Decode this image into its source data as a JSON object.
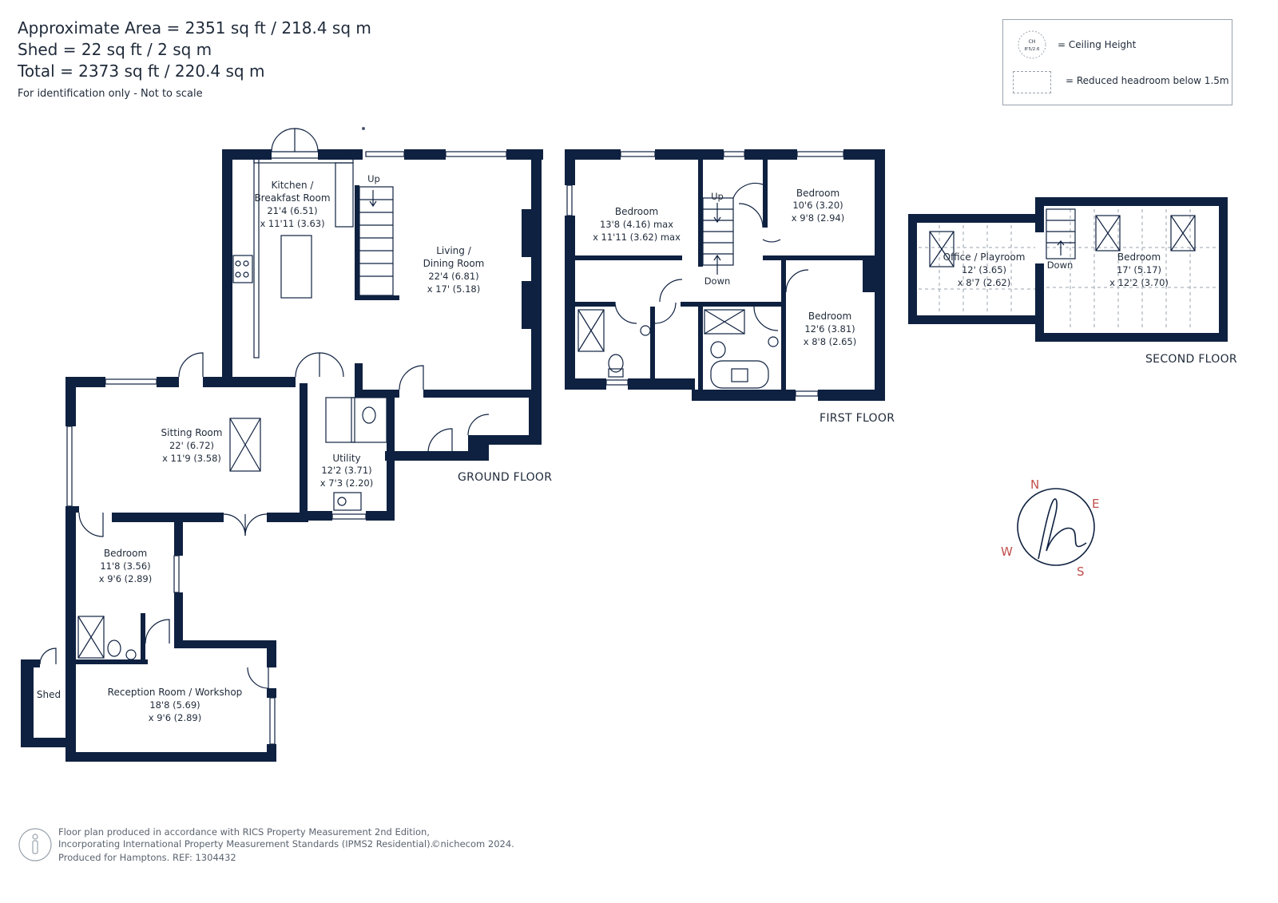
{
  "header": {
    "area_line": "Approximate Area = 2351 sq ft / 218.4 sq m",
    "shed_line": "Shed = 22 sq ft / 2 sq m",
    "total_line": "Total = 2373 sq ft / 220.4 sq m",
    "disclaimer": "For identification only - Not to scale"
  },
  "legend": {
    "ceiling_badge_top": "CH",
    "ceiling_badge_bottom": "8'5/2.6",
    "ceiling_label": "= Ceiling Height",
    "headroom_label": "= Reduced headroom below 1.5m"
  },
  "floors": {
    "ground": "GROUND FLOOR",
    "first": "FIRST FLOOR",
    "second": "SECOND FLOOR"
  },
  "rooms": {
    "kitchen": {
      "name1": "Kitchen /",
      "name2": "Breakfast Room",
      "dim1": "21'4 (6.51)",
      "dim2": "x 11'11 (3.63)"
    },
    "living": {
      "name1": "Living /",
      "name2": "Dining Room",
      "dim1": "22'4 (6.81)",
      "dim2": "x 17' (5.18)"
    },
    "sitting": {
      "name": "Sitting Room",
      "dim1": "22' (6.72)",
      "dim2": "x 11'9 (3.58)"
    },
    "utility": {
      "name": "Utility",
      "dim1": "12'2 (3.71)",
      "dim2": "x 7'3 (2.20)"
    },
    "bedroom_g": {
      "name": "Bedroom",
      "dim1": "11'8 (3.56)",
      "dim2": "x 9'6 (2.89)"
    },
    "reception": {
      "name": "Reception Room / Workshop",
      "dim1": "18'8 (5.69)",
      "dim2": "x 9'6 (2.89)"
    },
    "shed": {
      "name": "Shed"
    },
    "bed1": {
      "name": "Bedroom",
      "dim1": "13'8 (4.16) max",
      "dim2": "x 11'11 (3.62) max"
    },
    "bed2": {
      "name": "Bedroom",
      "dim1": "10'6 (3.20)",
      "dim2": "x 9'8 (2.94)"
    },
    "bed3": {
      "name": "Bedroom",
      "dim1": "12'6 (3.81)",
      "dim2": "x 8'8 (2.65)"
    },
    "office": {
      "name": "Office / Playroom",
      "dim1": "12' (3.65)",
      "dim2": "x 8'7 (2.62)"
    },
    "bed4": {
      "name": "Bedroom",
      "dim1": "17' (5.17)",
      "dim2": "x 12'2 (3.70)"
    }
  },
  "stairs": {
    "ground_up": "Up",
    "first_up": "Up",
    "first_down": "Down",
    "second_down": "Down"
  },
  "compass": {
    "n": "N",
    "e": "E",
    "s": "S",
    "w": "W"
  },
  "footer": {
    "line1": "Floor plan produced in accordance with RICS Property Measurement 2nd Edition,",
    "line2": "Incorporating International Property Measurement Standards (IPMS2 Residential).",
    "copyright": "©nichecom 2024.",
    "line3": "Produced for Hamptons.   REF: 1304432"
  },
  "colors": {
    "wall": "#0f2140",
    "text": "#1f2a3a",
    "compass": "#c0504d",
    "footer": "#5b6470"
  }
}
